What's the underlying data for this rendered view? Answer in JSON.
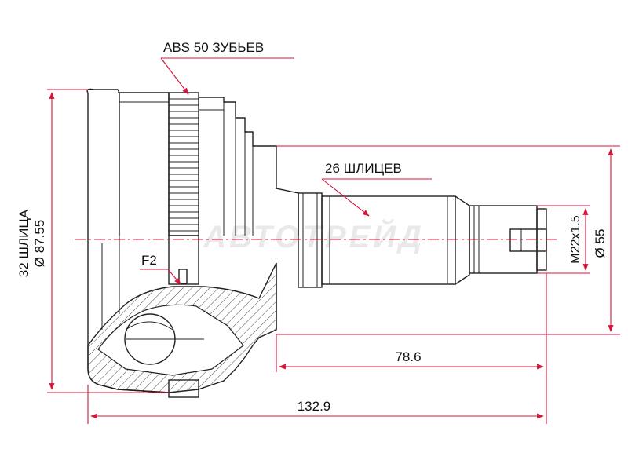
{
  "diagram": {
    "labels": {
      "abs": "ABS 50 ЗУБЬЕВ",
      "splines_shaft": "26 ШЛИЦЕВ",
      "splines_hub": "32 ШЛИЦА",
      "hub_diameter": "Ø 87.55",
      "thread": "M22x1.5",
      "diameter_55": "Ø 55",
      "length_short": "78.6",
      "length_total": "132.9",
      "f2": "F2",
      "watermark": "АВТОТРЕЙД"
    },
    "colors": {
      "dimension": "#d4143a",
      "outline": "#222222"
    }
  }
}
